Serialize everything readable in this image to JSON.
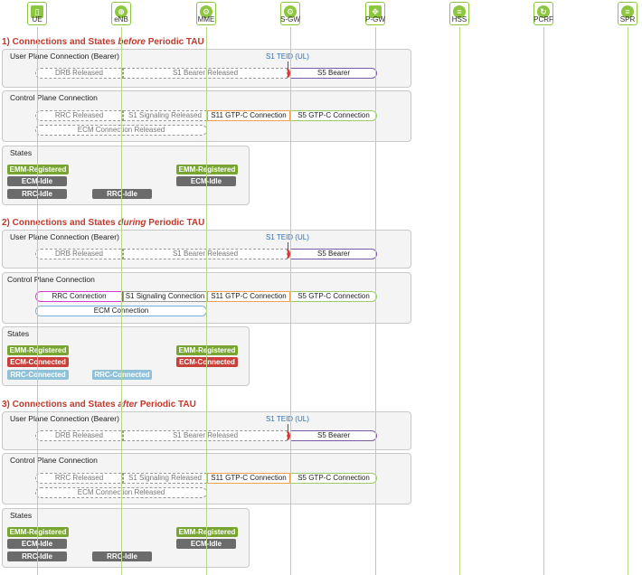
{
  "nodes": [
    {
      "label": "UE",
      "glyph": "▯"
    },
    {
      "label": "eNB",
      "glyph": "⊕"
    },
    {
      "label": "MME",
      "glyph": "⚙"
    },
    {
      "label": "S-GW",
      "glyph": "⚙"
    },
    {
      "label": "P-GW",
      "glyph": "✥"
    },
    {
      "label": "HSS",
      "glyph": "≡"
    },
    {
      "label": "PCRF",
      "glyph": "↻"
    },
    {
      "label": "SPR",
      "glyph": "≡"
    }
  ],
  "sections": [
    {
      "title_pre": "1) Connections and States ",
      "title_em": "before",
      "title_post": " Periodic TAU",
      "user_plane": {
        "title": "User Plane Connection (Bearer)",
        "teid": "S1 TEID (UL)",
        "drb": "DRB Released",
        "s1": "S1 Bearer Released",
        "s5": "S5 Bearer"
      },
      "control_plane": {
        "title": "Control Plane Connection",
        "rrc": "RRC  Released",
        "s1sig": "S1 Signaling Released",
        "s11": "S11 GTP-C Connection",
        "s5": "S5 GTP-C Connection",
        "ecm": "ECM Connection Released"
      },
      "states": {
        "title": "States",
        "ue_emm": "EMM-Registered",
        "ue_ecm": "ECM-Idle",
        "ue_rrc": "RRC-Idle",
        "enb_rrc": "RRC-Idle",
        "mme_emm": "EMM-Registered",
        "mme_ecm": "ECM-Idle"
      }
    },
    {
      "title_pre": "2) Connections and States ",
      "title_em": "during",
      "title_post": " Periodic TAU",
      "user_plane": {
        "title": "User Plane Connection (Bearer)",
        "teid": "S1 TEID (UL)",
        "drb": "DRB Released",
        "s1": "S1 Bearer Released",
        "s5": "S5 Bearer"
      },
      "control_plane": {
        "title": "Control Plane Connection",
        "rrc": "RRC Connection",
        "s1sig": "S1 Signaling Connection",
        "s11": "S11 GTP-C Connection",
        "s5": "S5 GTP-C Connection",
        "ecm": "ECM Connection"
      },
      "states": {
        "title": "States",
        "ue_emm": "EMM-Registered",
        "ue_ecm": "ECM-Connected",
        "ue_rrc": "RRC-Connected",
        "enb_rrc": "RRC-Connected",
        "mme_emm": "EMM-Registered",
        "mme_ecm": "ECM-Connected"
      }
    },
    {
      "title_pre": "3) Connections and States ",
      "title_em": "after",
      "title_post": " Periodic TAU",
      "user_plane": {
        "title": "User Plane Connection (Bearer)",
        "teid": "S1 TEID (UL)",
        "drb": "DRB Released",
        "s1": "S1 Bearer Released",
        "s5": "S5 Bearer"
      },
      "control_plane": {
        "title": "Control Plane Connection",
        "rrc": "RRC  Released",
        "s1sig": "S1 Signaling Released",
        "s11": "S11 GTP-C Connection",
        "s5": "S5 GTP-C Connection",
        "ecm": "ECM Connection Released"
      },
      "states": {
        "title": "States",
        "ue_emm": "EMM-Registered",
        "ue_ecm": "ECM-Idle",
        "ue_rrc": "RRC-Idle",
        "enb_rrc": "RRC-Idle",
        "mme_emm": "EMM-Registered",
        "mme_ecm": "ECM-Idle"
      }
    }
  ],
  "colors": {
    "accent_green": "#8dc63f",
    "title_red": "#c0392b",
    "teid_blue": "#2a6ebb",
    "state_green": "#78a531",
    "state_gray": "#6b6b6b",
    "state_red": "#c9403a",
    "state_blue": "#8fc1d8"
  }
}
